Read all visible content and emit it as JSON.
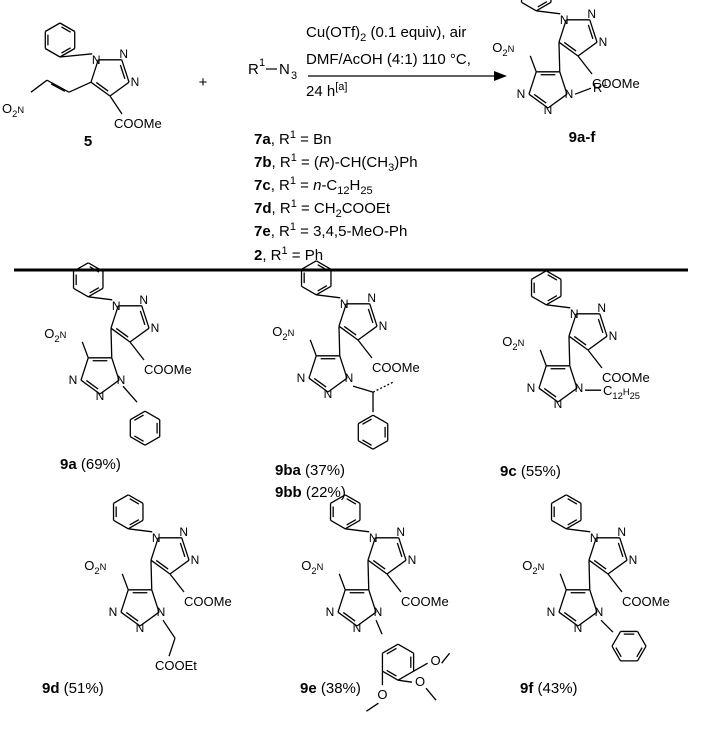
{
  "reaction": {
    "reagent": "R1-N3",
    "cond1": "Cu(OTf)2 (0.1 equiv), air",
    "cond2": "DMF/AcOH (4:1) 110 °C,",
    "cond3": "24 h",
    "cond3_note": "[a]",
    "plus": "+",
    "start_label": "5",
    "product_label": "9a-f"
  },
  "r_groups": [
    {
      "code": "7a",
      "value": "Bn"
    },
    {
      "code": "7b",
      "value": "(R)-CH(CH3)Ph"
    },
    {
      "code": "7c",
      "value": "n-C12H25"
    },
    {
      "code": "7d",
      "value": "CH2COOEt"
    },
    {
      "code": "7e",
      "value": "3,4,5-MeO-Ph"
    },
    {
      "code": "2",
      "value": "Ph"
    }
  ],
  "products": [
    {
      "code": "9a",
      "yield": "(69%)"
    },
    {
      "code": "9ba",
      "yield": "(37%)"
    },
    {
      "code": "9bb",
      "yield": "(22%)"
    },
    {
      "code": "9c",
      "yield": "(55%)"
    },
    {
      "code": "9d",
      "yield": "(51%)"
    },
    {
      "code": "9e",
      "yield": "(38%)"
    },
    {
      "code": "9f",
      "yield": "(43%)"
    }
  ],
  "atoms": {
    "N": "N",
    "O2N": "O2N",
    "COOMe": "COOMe",
    "COOEt": "COOEt",
    "C12H25": "C12H25",
    "R1": "R1"
  }
}
